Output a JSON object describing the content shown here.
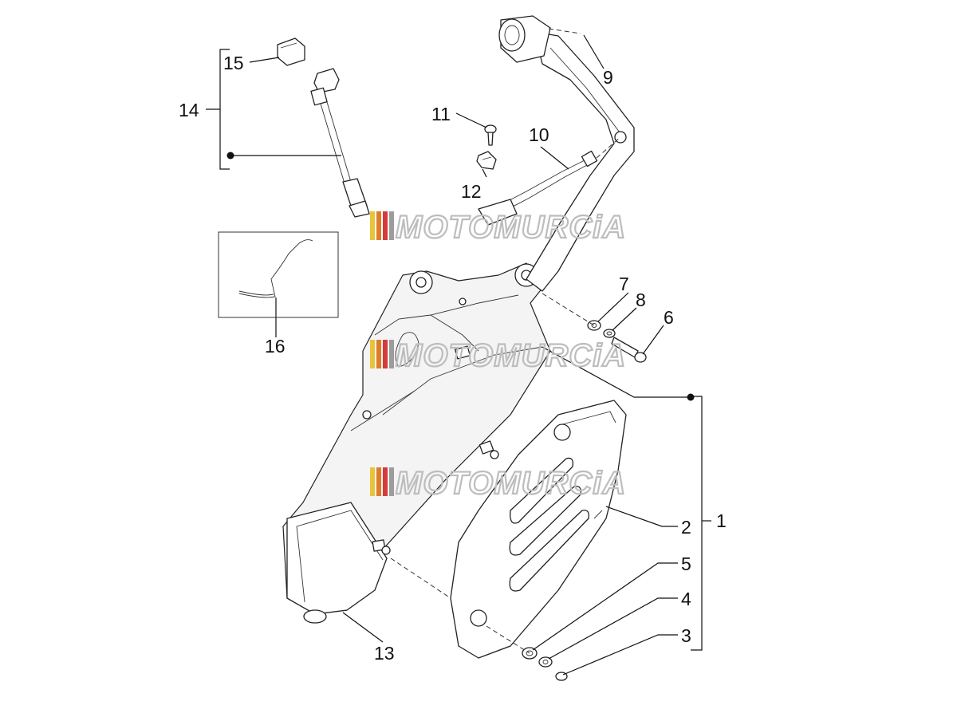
{
  "diagram": {
    "labels": {
      "p1": "1",
      "p2": "2",
      "p3": "3",
      "p4": "4",
      "p5": "5",
      "p6": "6",
      "p7": "7",
      "p8": "8",
      "p9": "9",
      "p10": "10",
      "p11": "11",
      "p12": "12",
      "p13": "13",
      "p14": "14",
      "p15": "15",
      "p16": "16"
    },
    "watermark": {
      "text": "MOTOMURCiA",
      "colors": [
        "#e8c43a",
        "#e07b2a",
        "#d63a3a",
        "#9c9c9c"
      ]
    }
  }
}
